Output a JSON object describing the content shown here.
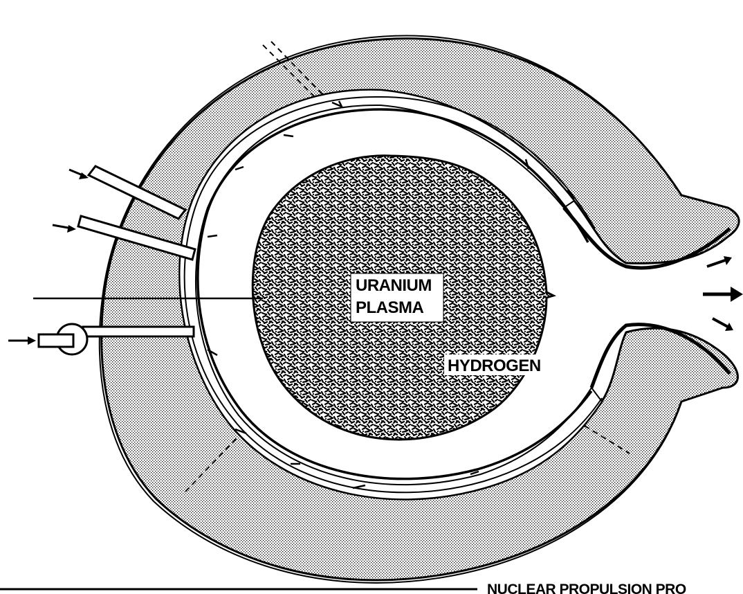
{
  "diagram": {
    "core_label_line1": "URANIUM",
    "core_label_line2": "PLASMA",
    "propellant_label": "HYDROGEN",
    "footer_text": "NUCLEAR PROPULSION PRO",
    "colors": {
      "ink": "#000000",
      "paper": "#ffffff"
    },
    "icons": [
      "inflow-arrow-icon",
      "exhaust-arrow-icon",
      "flow-arrow-icon"
    ]
  }
}
